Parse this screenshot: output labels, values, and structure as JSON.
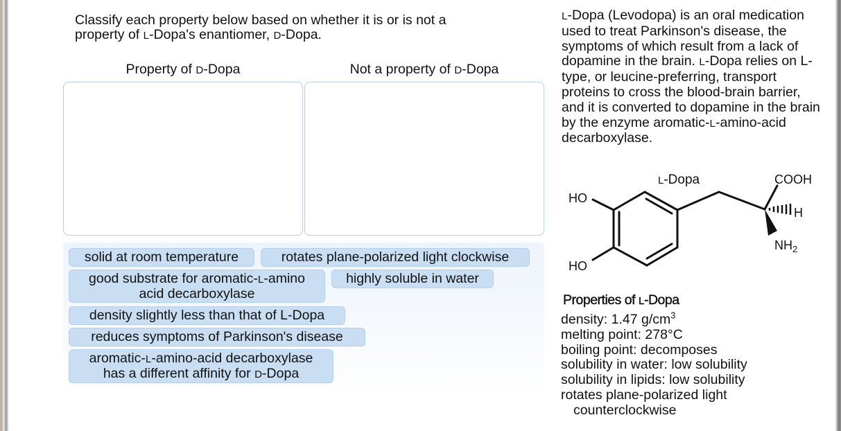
{
  "instructions": {
    "line1": "Classify each property below based on whether it is or is not a",
    "line2_pre": "property of ",
    "line2_l": "l",
    "line2_mid": "-Dopa's enantiomer, ",
    "line2_d": "d",
    "line2_post": "-Dopa."
  },
  "columns": {
    "left": {
      "pre": "Property of ",
      "sc": "d",
      "post": "-Dopa"
    },
    "right": {
      "pre": "Not a property of ",
      "sc": "d",
      "post": "-Dopa"
    }
  },
  "chips": [
    {
      "id": "solid",
      "text": "solid at room temperature"
    },
    {
      "id": "rotates-cw",
      "text": "rotates plane-polarized light clockwise"
    },
    {
      "id": "substrate",
      "line1_pre": "good substrate for aromatic-",
      "line1_sc": "l",
      "line1_post": "-amino",
      "line2": "acid decarboxylase"
    },
    {
      "id": "soluble",
      "text": "highly soluble in water"
    },
    {
      "id": "density",
      "text": "density slightly less than that of L-Dopa"
    },
    {
      "id": "reduces",
      "text": "reduces symptoms of Parkinson's disease"
    },
    {
      "id": "affinity",
      "line1_pre": "aromatic-",
      "line1_sc": "l",
      "line1_post": "-amino-acid decarboxylase",
      "line2_pre": "has a different affinity for ",
      "line2_sc": "d",
      "line2_post": "-Dopa"
    }
  ],
  "info": {
    "sc1": "l",
    "p1": "-Dopa (Levodopa) is an oral medication used to treat Parkinson's disease, the symptoms of which result from a lack of dopamine in the brain. ",
    "sc2": "l",
    "p2": "-Dopa relies on L-type, or leucine-preferring, transport proteins to cross the blood-brain barrier, and it is converted to dopamine in the brain by the enzyme aromatic-",
    "sc3": "l",
    "p3": "-amino-acid decarboxylase."
  },
  "structure": {
    "title_sc": "l",
    "title_post": "-Dopa",
    "labels": {
      "ho_top": "HO",
      "ho_bottom": "HO",
      "cooh": "COOH",
      "h": "H",
      "nh": "NH",
      "sub2": "2"
    }
  },
  "properties": {
    "title_pre": "Properties of ",
    "title_sc": "l",
    "title_post": "-Dopa",
    "density_pre": "density: 1.47 g/cm",
    "density_sup": "3",
    "melting": "melting point: 278°C",
    "boiling": "boiling point: decomposes",
    "sol_water": "solubility in water: low solubility",
    "sol_lipids": "solubility in lipids: low solubility",
    "rotation1": "rotates plane-polarized light",
    "rotation2": "counterclockwise"
  }
}
